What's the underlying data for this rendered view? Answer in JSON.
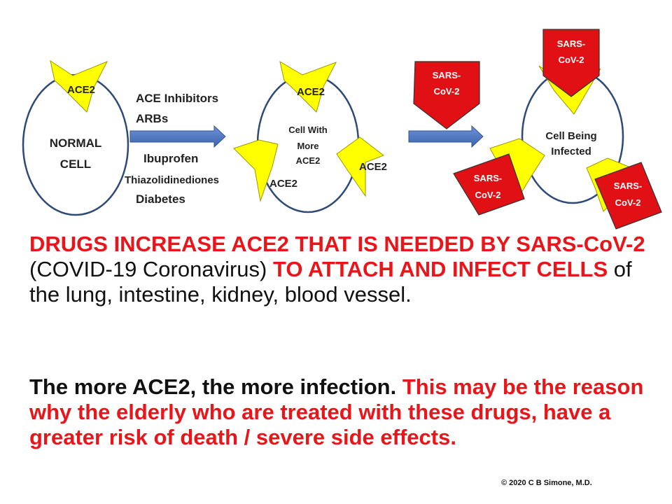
{
  "diagram": {
    "normal_cell": {
      "ace2": "ACE2",
      "line1": "NORMAL",
      "line2": "CELL"
    },
    "drug_labels": [
      "ACE Inhibitors",
      "ARBs",
      "Ibuprofen",
      "Thiazolidinediones",
      "Diabetes"
    ],
    "more_cell": {
      "line1": "Cell With",
      "line2": "More",
      "line3": "ACE2",
      "receptor_top": "ACE2",
      "receptor_right": "ACE2",
      "receptor_left": "ACE2"
    },
    "virus_free": {
      "line1": "SARS-",
      "line2": "CoV-2"
    },
    "infected_cell": {
      "line1": "Cell Being",
      "line2": "Infected",
      "virus_top": {
        "line1": "SARS-",
        "line2": "CoV-2"
      },
      "virus_left": {
        "line1": "SARS-",
        "line2": "CoV-2"
      },
      "virus_right": {
        "line1": "SARS-",
        "line2": "CoV-2"
      }
    },
    "colors": {
      "cell_outline": "#2e4a78",
      "receptor": "#ffff00",
      "virus": "#e01015",
      "arrow": "#4472c4"
    }
  },
  "text": {
    "p1_red1": "DRUGS INCREASE ACE2 THAT IS NEEDED BY SARS-CoV-2",
    "p1_dark1": " (COVID-19 Coronavirus) ",
    "p1_red2": "TO ATTACH AND INFECT CELLS",
    "p1_dark2": " of the lung, intestine, kidney, blood vessel.",
    "p2_dark": "The more ACE2, the more infection.  ",
    "p2_red": "This may be the reason why the elderly who are treated with these drugs, have a greater risk of death / severe side effects."
  },
  "copyright": "© 2020  C B Simone, M.D."
}
